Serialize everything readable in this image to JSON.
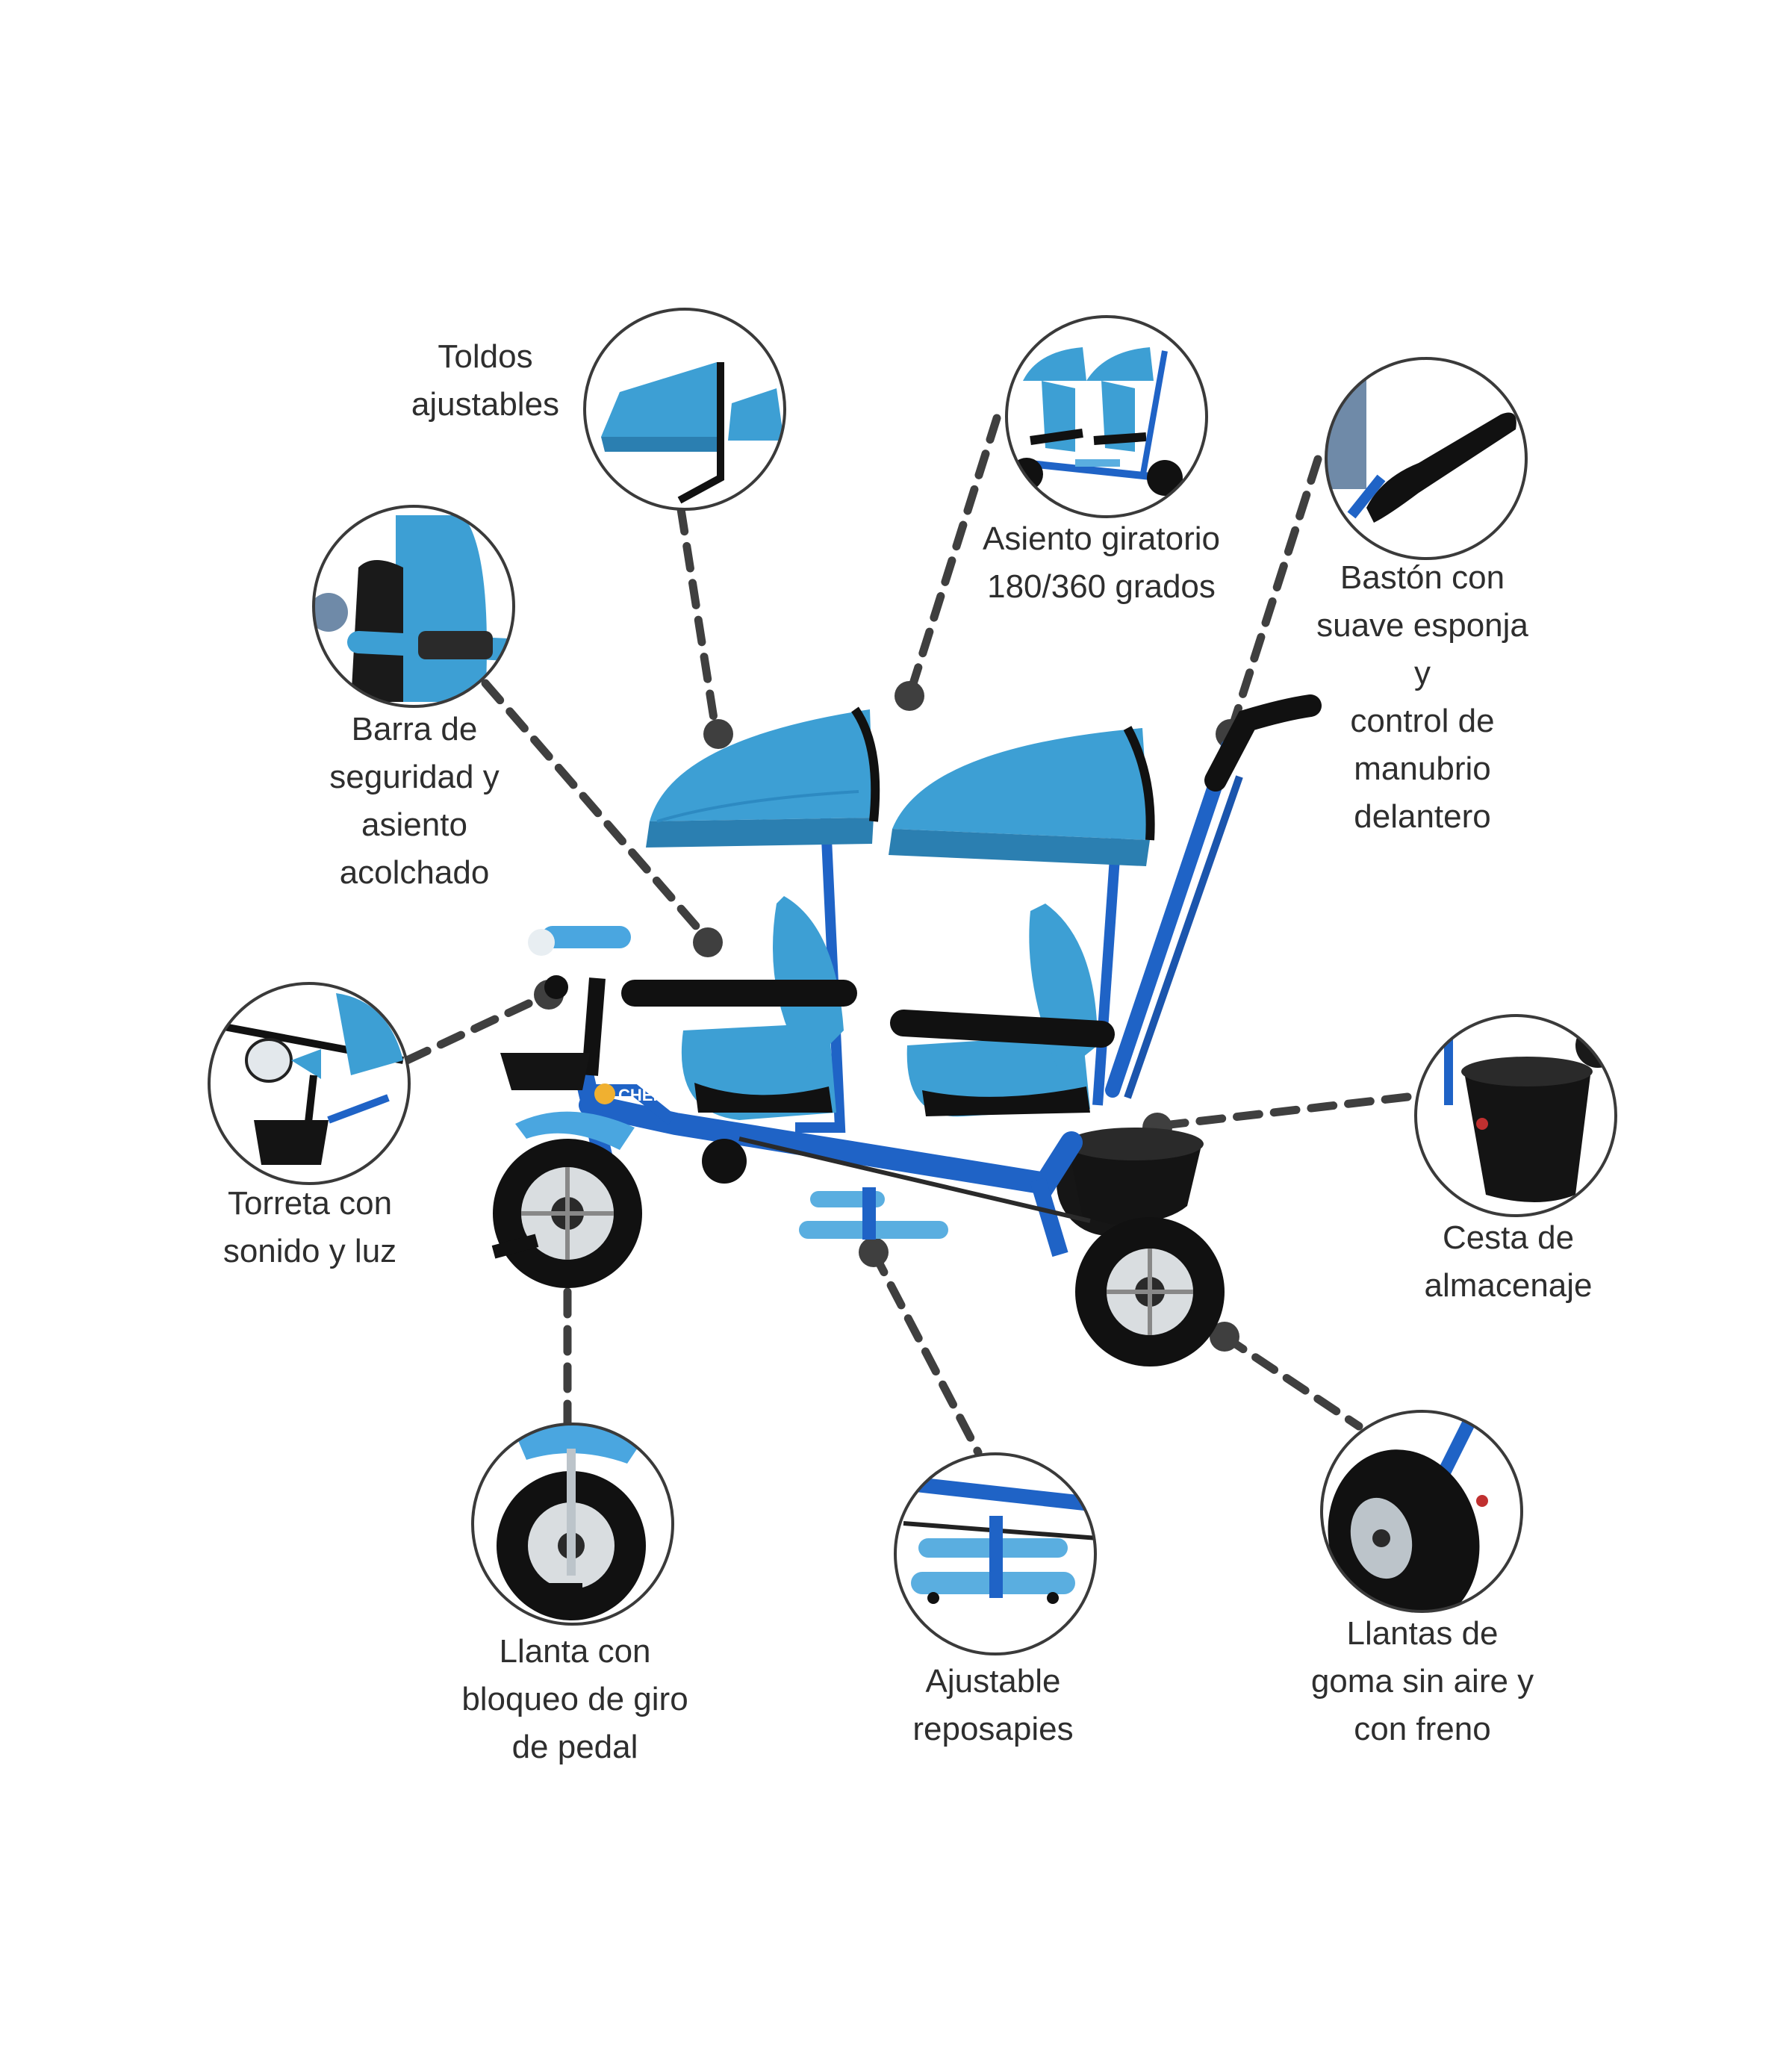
{
  "colors": {
    "frame_blue": "#1f63c6",
    "canopy_blue": "#3d9fd4",
    "canopy_dark": "#2b7fb1",
    "seat_black": "#1a1a1a",
    "tire": "#111111",
    "dash": "#3f3f3f",
    "text": "#2e2e2e",
    "circle_border": "#3a3a3a"
  },
  "callouts": [
    {
      "id": "toldos",
      "lines": [
        "Toldos",
        "ajustables"
      ],
      "icon": "canopy-closeup"
    },
    {
      "id": "asiento-giratorio",
      "lines": [
        "Asiento giratorio",
        "180/360 grados"
      ],
      "icon": "swivel-seat-closeup"
    },
    {
      "id": "baston",
      "lines": [
        "Bastón con",
        "suave esponja",
        "y",
        "control de",
        "manubrio",
        "delantero"
      ],
      "icon": "push-handle-closeup"
    },
    {
      "id": "barra",
      "lines": [
        "Barra de",
        "seguridad y",
        "asiento",
        "acolchado"
      ],
      "icon": "safety-bar-closeup"
    },
    {
      "id": "torreta",
      "lines": [
        "Torreta con",
        "sonido y luz"
      ],
      "icon": "light-sound-closeup"
    },
    {
      "id": "cesta",
      "lines": [
        "Cesta de",
        "almacenaje"
      ],
      "icon": "basket-closeup"
    },
    {
      "id": "llanta-bloqueo",
      "lines": [
        "Llanta con",
        "bloqueo de giro",
        "de pedal"
      ],
      "icon": "front-wheel-closeup"
    },
    {
      "id": "reposapies",
      "lines": [
        "Ajustable",
        "reposapies"
      ],
      "icon": "footrest-closeup"
    },
    {
      "id": "llantas-goma",
      "lines": [
        "Llantas de",
        "goma sin aire y",
        "con freno"
      ],
      "icon": "rear-wheel-closeup"
    }
  ],
  "product": {
    "brand_text": "CHEMI"
  }
}
